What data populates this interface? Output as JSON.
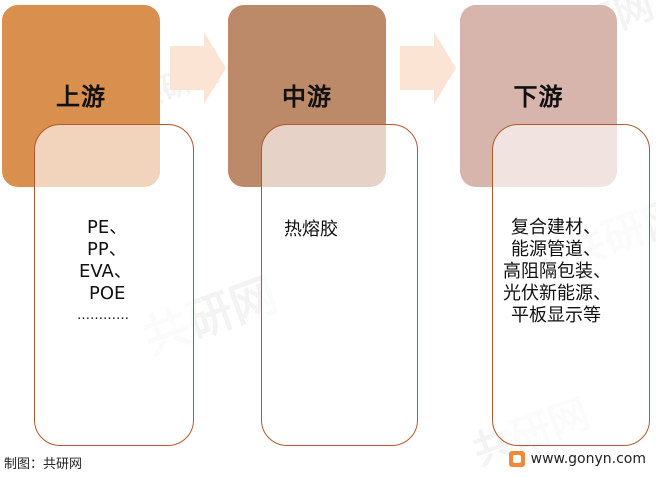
{
  "stages": [
    {
      "label": "上游",
      "color": "#d98f4e",
      "items": [
        "PE、",
        "PP、",
        "EVA、",
        "POE",
        "…………"
      ]
    },
    {
      "label": "中游",
      "color": "#bd8a69",
      "items": [
        "热熔胶"
      ]
    },
    {
      "label": "下游",
      "color": "#d7b5ad",
      "items": [
        "复合建材、",
        "能源管道、",
        "高阻隔包装、",
        "光伏新能源、",
        "平板显示等"
      ]
    }
  ],
  "arrow_color": "#fbe4d3",
  "watermark_text": "共研网",
  "footer": {
    "source": "制图：共研网",
    "website": "www.gonyn.com"
  }
}
